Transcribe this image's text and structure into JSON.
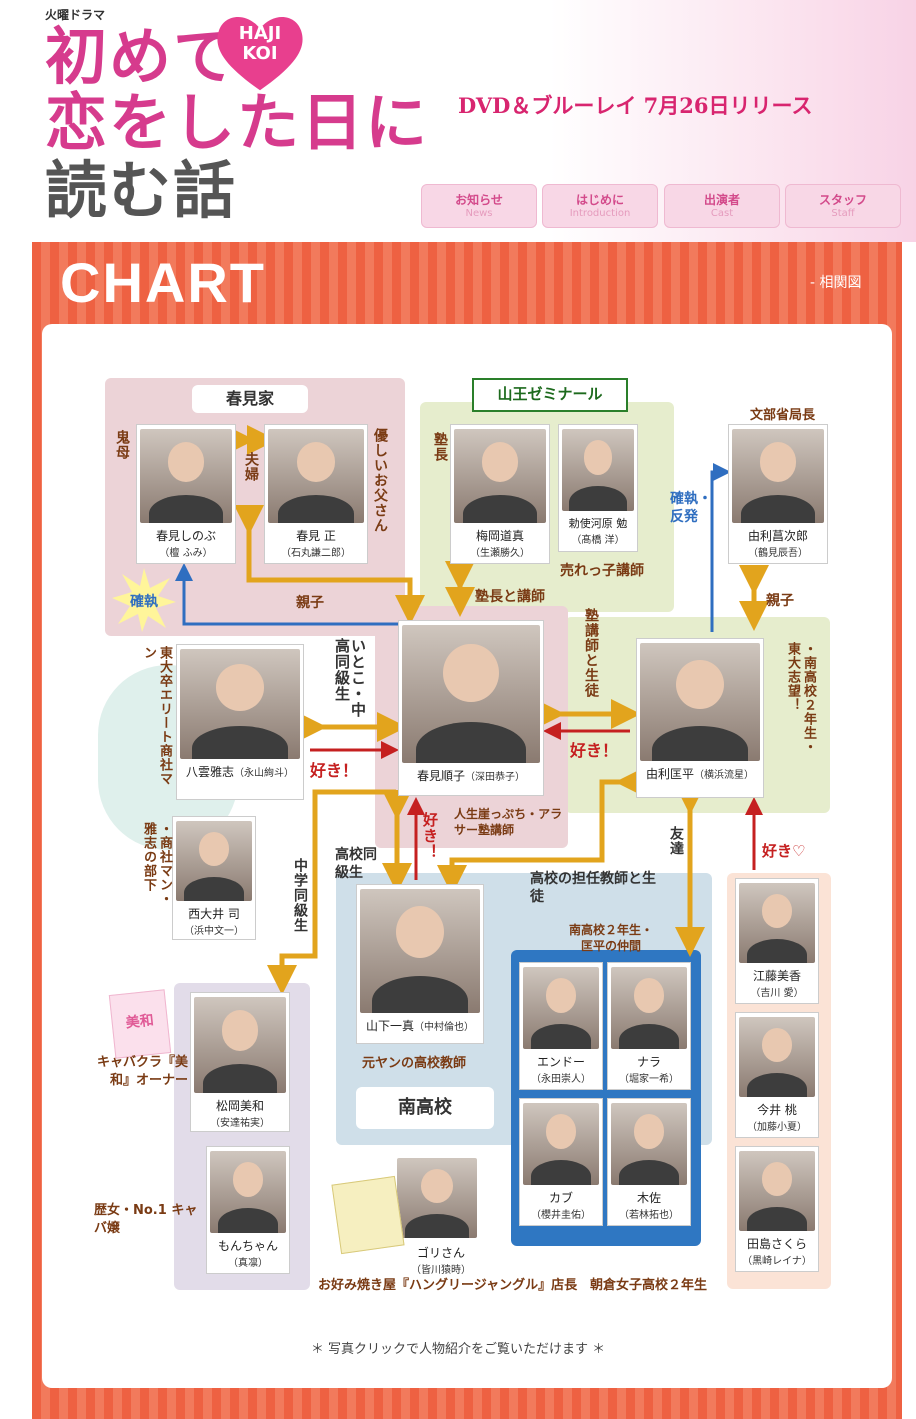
{
  "header": {
    "subtitle": "火曜ドラマ",
    "title_lines": [
      "初めて",
      "恋をした日に",
      "読む話"
    ],
    "heart_text": "HAJI\nKOI",
    "release": "DVD＆ブルーレイ 7月26日リリース",
    "nav": [
      {
        "jp": "お知らせ",
        "en": "News"
      },
      {
        "jp": "はじめに",
        "en": "Introduction"
      },
      {
        "jp": "出演者",
        "en": "Cast"
      },
      {
        "jp": "スタッフ",
        "en": "Staff"
      }
    ]
  },
  "chart": {
    "title": "CHART",
    "subtitle": "- 相関図",
    "harumi_tag": "春見家",
    "sanno_logo": "山王ゼミナール",
    "minami_tag": "南高校",
    "footer": "＊ 写真クリックで人物紹介をご覧いただけます ＊"
  },
  "people": {
    "shinobu": {
      "name": "春見しのぶ",
      "actor": "（檀 ふみ）"
    },
    "tadashi": {
      "name": "春見 正",
      "actor": "（石丸謙二郎）"
    },
    "umeoka": {
      "name": "梅岡道真",
      "actor": "（生瀬勝久）"
    },
    "teshigawara": {
      "name": "勅使河原 勉",
      "actor": "（髙橋 洋）"
    },
    "yuri_k": {
      "name": "由利菖次郎",
      "actor": "（鶴見辰吾）"
    },
    "yakumo": {
      "name": "八雲雅志",
      "actor": "（永山絢斗）"
    },
    "junko": {
      "name": "春見順子",
      "actor": "（深田恭子）"
    },
    "kyohei": {
      "name": "由利匡平",
      "actor": "（横浜流星）"
    },
    "nishioi": {
      "name": "西大井 司",
      "actor": "（浜中文一）"
    },
    "yamashita": {
      "name": "山下一真",
      "actor": "（中村倫也）"
    },
    "matsuoka": {
      "name": "松岡美和",
      "actor": "（安達祐実）"
    },
    "monchan": {
      "name": "もんちゃん",
      "actor": "（真凛）"
    },
    "endo": {
      "name": "エンドー",
      "actor": "（永田崇人）"
    },
    "nara": {
      "name": "ナラ",
      "actor": "（堀家一希）"
    },
    "kabu": {
      "name": "カブ",
      "actor": "（櫻井圭佑）"
    },
    "kisa": {
      "name": "木佐",
      "actor": "（若林拓也）"
    },
    "gori": {
      "name": "ゴリさん",
      "actor": "（皆川猿時）"
    },
    "eto": {
      "name": "江藤美香",
      "actor": "（吉川 愛）"
    },
    "imai": {
      "name": "今井 桃",
      "actor": "（加藤小夏）"
    },
    "tajima": {
      "name": "田島さくら",
      "actor": "（黒崎レイナ）"
    }
  },
  "labels": {
    "oni_haha": "鬼母",
    "fufu": "夫婦",
    "yasashii": "優しいお父さん",
    "jukucho": "塾長",
    "mombu": "文部省局長",
    "kakushitsu_hanpatsu": "確執・反発",
    "kakushitsu": "確執",
    "oyako1": "親子",
    "oyako2": "親子",
    "jukucho_koshi": "塾長と講師",
    "urekko": "売れっ子講師",
    "juku_koshi_seito": "塾講師と生徒",
    "minami2nen": "・南高校２年生・東大志望！",
    "todai": "東大卒エリート商社マン",
    "itoko": "いとこ・中高同級生",
    "suki1": "好き！",
    "suki2": "好き！",
    "suki3": "好き！",
    "suki_heart": "好き♡",
    "jinsei": "人生崖っぷち・アラサー塾講師",
    "shosha": "・商社マン・雅志の部下",
    "chugaku": "中学同級生",
    "kokou_dokyusei": "高校同級生",
    "tanin": "高校の担任教師と生徒",
    "tomodachi": "友達",
    "nakama": "南高校２年生・匡平の仲間",
    "moto_yan": "元ヤンの高校教師",
    "kyabakura": "キャバクラ『美和』オーナー",
    "rekijo": "歴女・No.1 キャバ嬢",
    "okonomi": "お好み焼き屋『ハングリージャングル』店長",
    "asakura": "朝倉女子高校２年生",
    "miwa_card": "美和"
  }
}
